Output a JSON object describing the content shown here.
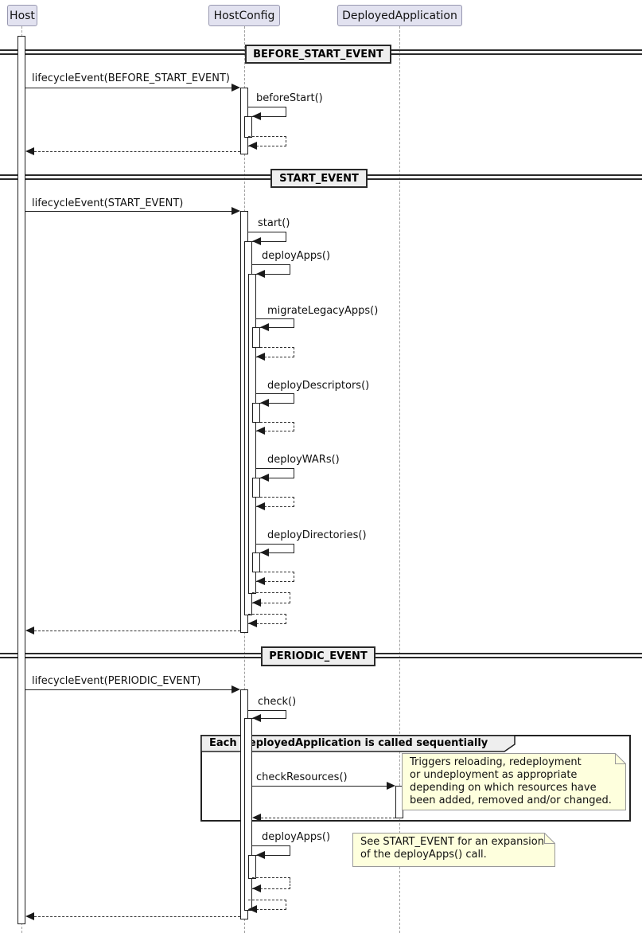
{
  "participants": [
    {
      "name": "Host"
    },
    {
      "name": "HostConfig"
    },
    {
      "name": "DeployedApplication"
    }
  ],
  "dividers": [
    {
      "label": "BEFORE_START_EVENT"
    },
    {
      "label": "START_EVENT"
    },
    {
      "label": "PERIODIC_EVENT"
    }
  ],
  "messages": {
    "lifecycle_before": "lifecycleEvent(BEFORE_START_EVENT)",
    "before_start": "beforeStart()",
    "lifecycle_start": "lifecycleEvent(START_EVENT)",
    "start": "start()",
    "deploy_apps": "deployApps()",
    "migrate_legacy_apps": "migrateLegacyApps()",
    "deploy_descriptors": "deployDescriptors()",
    "deploy_wars": "deployWARs()",
    "deploy_directories": "deployDirectories()",
    "lifecycle_periodic": "lifecycleEvent(PERIODIC_EVENT)",
    "check": "check()",
    "check_resources": "checkResources()",
    "deploy_apps_periodic": "deployApps()"
  },
  "group": {
    "label": "Each DeployedApplication is called sequentially"
  },
  "notes": [
    {
      "text": "Triggers reloading, redeployment\nor undeployment as appropriate\ndepending on which resources have\nbeen added, removed and/or changed."
    },
    {
      "text": "See START_EVENT for an expansion\nof the deployApps() call."
    }
  ],
  "colors": {
    "participant_fill": "#E2E2F0",
    "note_fill": "#FEFFDD",
    "divider_fill": "#EEEEEE",
    "line": "#222222",
    "lifeline": "#A0A0A0"
  }
}
